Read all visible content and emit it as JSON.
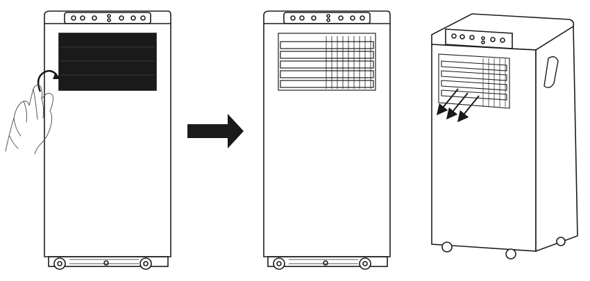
{
  "figure": {
    "panels": [
      {
        "id": "panel-1",
        "state": "louver-closed",
        "control_dots": 6
      },
      {
        "id": "panel-2",
        "state": "louver-open",
        "control_dots": 6
      },
      {
        "id": "panel-3",
        "state": "airflow-out",
        "control_dots": 6
      }
    ],
    "arrow": {
      "from": "panel-1",
      "to": "panel-2"
    },
    "colors": {
      "ink": "#1a1a1a",
      "fill": "#ffffff"
    }
  }
}
